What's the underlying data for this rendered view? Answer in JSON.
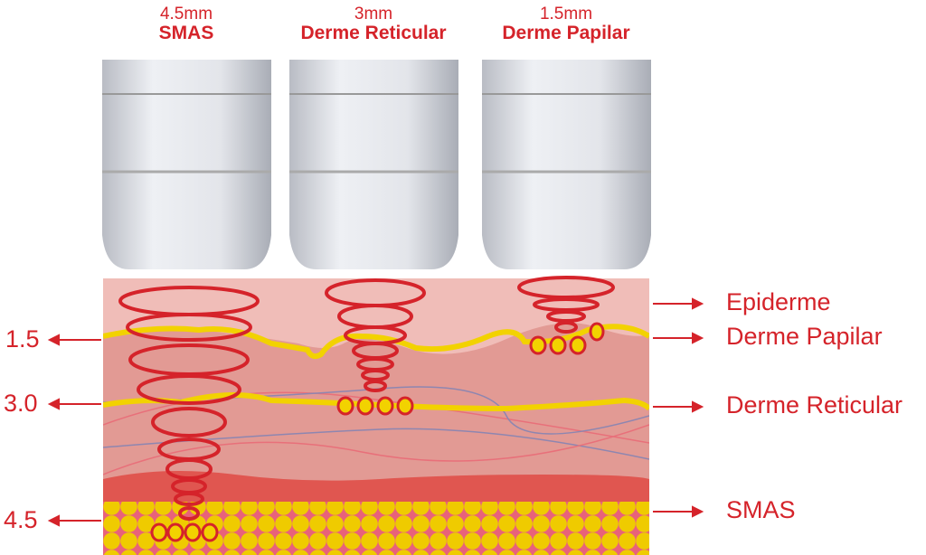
{
  "colors": {
    "accent": "#d5232a",
    "yellow": "#f2d200",
    "skin_top": "#f0bdb8",
    "skin_mid": "#e29a94",
    "muscle": "#e05650"
  },
  "handpieces": [
    {
      "depth": "4.5mm",
      "target": "SMAS"
    },
    {
      "depth": "3mm",
      "target": "Derme Reticular"
    },
    {
      "depth": "1.5mm",
      "target": "Derme Papilar"
    }
  ],
  "depth_markers": [
    "1.5",
    "3.0",
    "4.5"
  ],
  "layers": [
    "Epiderme",
    "Derme Papilar",
    "Derme Reticular",
    "SMAS"
  ]
}
